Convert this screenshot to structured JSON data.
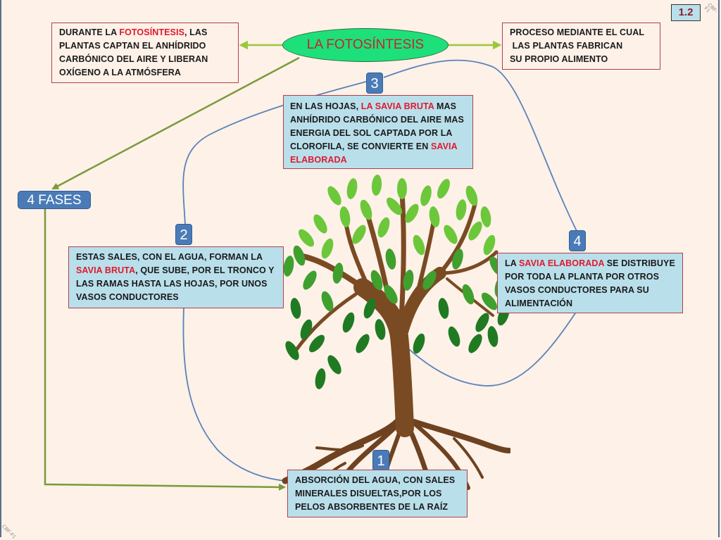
{
  "page_number": "1.2",
  "title": "LA FOTOSÍNTESIS",
  "left_note": {
    "parts": [
      {
        "text": "DURANTE LA ",
        "red": false
      },
      {
        "text": "FOTOSÍNTESIS",
        "red": true
      },
      {
        "text": ", LAS PLANTAS CAPTAN EL ANHÍDRIDO CARBÓNICO DEL AIRE Y LIBERAN OXÍGENO A LA ATMÓSFERA",
        "red": false
      }
    ]
  },
  "right_note": {
    "lines": [
      "PROCESO MEDIANTE EL CUAL",
      " LAS PLANTAS FABRICAN",
      "SU PROPIO ALIMENTO"
    ]
  },
  "phases_label": "4 FASES",
  "phases": [
    {
      "number": "1",
      "parts": [
        {
          "text": "ABSORCIÓN DEL AGUA, CON SALES MINERALES DISUELTAS,POR LOS PELOS ABSORBENTES DE LA RAÍZ",
          "red": false
        }
      ]
    },
    {
      "number": "2",
      "parts": [
        {
          "text": "ESTAS SALES, CON EL AGUA, FORMAN LA ",
          "red": false
        },
        {
          "text": "SAVIA BRUTA",
          "red": true
        },
        {
          "text": ", QUE SUBE, POR EL TRONCO Y LAS RAMAS HASTA LAS HOJAS, POR UNOS VASOS CONDUCTORES",
          "red": false
        }
      ]
    },
    {
      "number": "3",
      "parts": [
        {
          "text": "EN LAS HOJAS, ",
          "red": false
        },
        {
          "text": "LA SAVIA BRUTA",
          "red": true
        },
        {
          "text": "  MAS ANHÍDRIDO CARBÓNICO  DEL AIRE MAS ENERGIA DEL SOL CAPTADA POR LA CLOROFILA, SE CONVIERTE  EN ",
          "red": false
        },
        {
          "text": "SAVIA ELABORADA",
          "red": true
        }
      ]
    },
    {
      "number": "4",
      "parts": [
        {
          "text": "LA ",
          "red": false
        },
        {
          "text": "SAVIA ELABORADA",
          "red": true
        },
        {
          "text": " SE DISTRIBUYE POR TODA LA PLANTA POR OTROS VASOS CONDUCTORES  PARA SU ALIMENTACIÓN",
          "red": false
        }
      ]
    }
  ],
  "colors": {
    "background": "#fdf1e8",
    "title_ellipse": "#1ee07a",
    "title_text": "#c0262f",
    "highlight_red": "#e0192c",
    "phase_box": "#b9dfeb",
    "badge_blue": "#4a7bb7",
    "green_arrow": "#7a9a3a",
    "blue_connector": "#5a82b8",
    "trunk_brown": "#7a4a22",
    "leaf_green": "#3a9a2a"
  },
  "watermark": "CBF-F1"
}
